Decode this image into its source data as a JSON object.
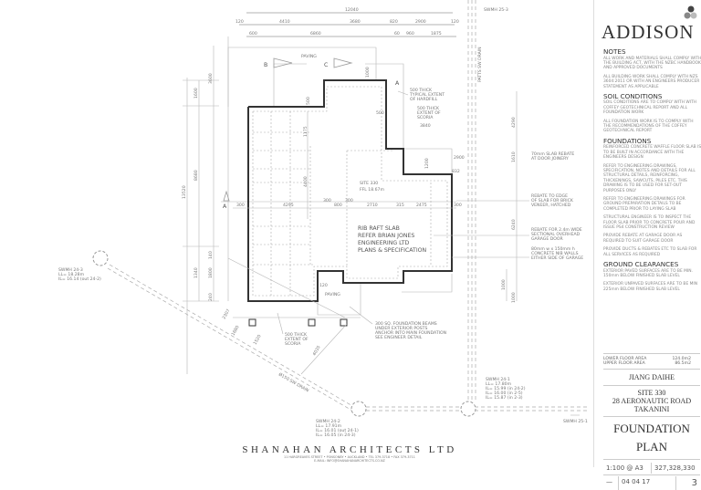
{
  "brand": {
    "name": "ADDISON"
  },
  "notes": [
    {
      "heading": "NOTES",
      "paragraphs": [
        "ALL WORK AND MATERIALS SHALL COMPLY WITH THE BUILDING ACT, WITH THE NZBC HANDBOOK AND APPROVED DOCUMENTS",
        "ALL BUILDING WORK SHALL COMPLY WITH NZS 3604:2011 OR WITH AN ENGINEERS PRODUCER STATEMENT AS APPLICABLE"
      ]
    },
    {
      "heading": "SOIL CONDITIONS",
      "paragraphs": [
        "SOIL CONDITIONS ARE TO COMPLY WITH WITH COFFEY GEOTECHNICAL REPORT AND ALL FOUNDATION WORK",
        "ALL FOUNDATION WORK IS TO COMPLY WITH THE RECOMMENDATIONS OF THE COFFEY GEOTECHNICAL REPORT"
      ]
    },
    {
      "heading": "FOUNDATIONS",
      "paragraphs": [
        "REINFORCED CONCRETE WAFFLE FLOOR SLAB IS TO BE BUILT IN ACCORDANCE WITH THE ENGINEERS DESIGN",
        "REFER TO ENGINEERING DRAWINGS, SPECIFICATION, NOTES AND DETAILS FOR ALL STRUCTURAL DETAILS, REINFORCING, THICKENINGS, SAWCUTS, PILES ETC. THIS DRAWING IS TO BE USED FOR SET-OUT PURPOSES ONLY",
        "REFER TO ENGINEERING DRAWINGS FOR GROUND PREPARATION DETAILS TO BE COMPLETED PRIOR TO LAYING SLAB",
        "STRUCTURAL ENGINEER IS TO INSPECT THE FLOOR SLAB PRIOR TO CONCRETE POUR AND ISSUE PS4 CONSTRUCTION REVIEW",
        "PROVIDE REBATE AT GARAGE DOOR AS REQUIRED TO SUIT GARAGE DOOR",
        "PROVIDE DUCTS & REBATES ETC TO SLAB FOR ALL SERVICES AS REQUIRED"
      ]
    },
    {
      "heading": "GROUND CLEARANCES",
      "paragraphs": [
        "EXTERIOR PAVED SURFACES ARE TO BE MIN. 150mm BELOW FINISHED SLAB LEVEL",
        "EXTERIOR UNPAVED SURFACES ARE TO BE MIN 225mm BELOW FINISHED SLAB LEVEL"
      ]
    }
  ],
  "title_block": {
    "lower_floor_label": "LOWER FLOOR AREA",
    "lower_floor_value": "124.0m2",
    "upper_floor_label": "UPPER FLOOR AREA",
    "upper_floor_value": "86.5m2",
    "client": "JIANG DAIHE",
    "site_line1": "SITE 330",
    "site_line2": "28 AERONAUTIC ROAD",
    "site_line3": "TAKANINI",
    "drawing_title_1": "FOUNDATION",
    "drawing_title_2": "PLAN",
    "scale": "1:100 @ A3",
    "job": "327,328,330",
    "revision": "—",
    "date": "04 04 17",
    "sheet_number": "3"
  },
  "footer": {
    "firm": "SHANAHAN ARCHITECTS LTD",
    "address": "11 HARGREAVES STREET • PONSONBY • AUCKLAND • TEL 379-3718 • FAX 379-3711",
    "email": "E-MAIL: INFO@SHANAHANARCHITECTS.CO.NZ"
  },
  "plan": {
    "top_dims": {
      "overall": "12040",
      "row2": [
        "120",
        "4410",
        "3680",
        "820",
        "2900",
        "120"
      ],
      "row3": [
        "600",
        "6860",
        "60",
        "960",
        "1875"
      ]
    },
    "left_dims": [
      "1600",
      "3600",
      "8680",
      "13520",
      "1340",
      "1800",
      "240",
      "140"
    ],
    "inner_dims": [
      "1000",
      "500",
      "500",
      "1175",
      "4400",
      "300",
      "4295",
      "300",
      "300",
      "800",
      "300",
      "2710",
      "315",
      "2475",
      "300",
      "832",
      "3840",
      "2900",
      "1200",
      "400",
      "120"
    ],
    "right_dims": [
      "4290",
      "1610",
      "6240",
      "1000",
      "1000"
    ],
    "section_markers": [
      "A",
      "A",
      "B",
      "C"
    ],
    "paving": [
      "PAVING",
      "PAVING"
    ],
    "site_label": "SITE 330",
    "ffl": "FFL 18.67m",
    "slab_note": [
      "RIB RAFT SLAB",
      "REFER BRIAN JONES",
      "ENGINEERING LTD",
      "PLANS & SPECIFICATION"
    ],
    "callouts": [
      [
        "500 THICK",
        "TYPICAL EXTENT",
        "OF HARDFILL"
      ],
      [
        "500 THICK",
        "EXTENT OF",
        "SCORIA"
      ],
      [
        "70mm SLAB REBATE",
        "AT DOOR JOINERY"
      ],
      [
        "REBATE TO EDGE",
        "OF SLAB FOR BRICK",
        "VENEER, HATCHED"
      ],
      [
        "REBATE FOR 2.4m WIDE",
        "SECTIONAL OVERHEAD",
        "GARAGE DOOR"
      ],
      [
        "80mm w x 150mm h",
        "CONCRETE NIB WALLS",
        "EITHER SIDE OF GARAGE"
      ],
      [
        "300 SQ. FOUNDATION BEAMS",
        "UNDER EXTERIOR POSTS",
        "ANCHOR INTO MAIN FOUNDATION",
        "SEE ENGINEER DETAIL"
      ],
      [
        "500 THICK",
        "EXTENT OF",
        "SCORIA"
      ]
    ],
    "diag_dims": [
      "2307",
      "1680",
      "1520",
      "4035"
    ],
    "drain_label": "Ø150 SW DRAIN",
    "patts_label": "PATTS SW DRAIN",
    "manholes": [
      {
        "name": "SWMH 25-3",
        "lines": []
      },
      {
        "name": "SWMH 24-3",
        "lines": [
          "LL= 18.28m",
          "IL= 16.14 (out 24-2)"
        ]
      },
      {
        "name": "SWMH 24-2",
        "lines": [
          "LL= 17.91m",
          "IL= 16.01 (out 24-1)",
          "IL= 16.05 (in 24-3)"
        ]
      },
      {
        "name": "SWMH 24-1",
        "lines": [
          "LL= 17.80m",
          "IL= 15.99 (in 24-2)",
          "IL= 16.00 (in 2-5)",
          "IL= 15.87 (in 2-3)"
        ]
      },
      {
        "name": "SWMH 25-1",
        "lines": []
      }
    ]
  }
}
